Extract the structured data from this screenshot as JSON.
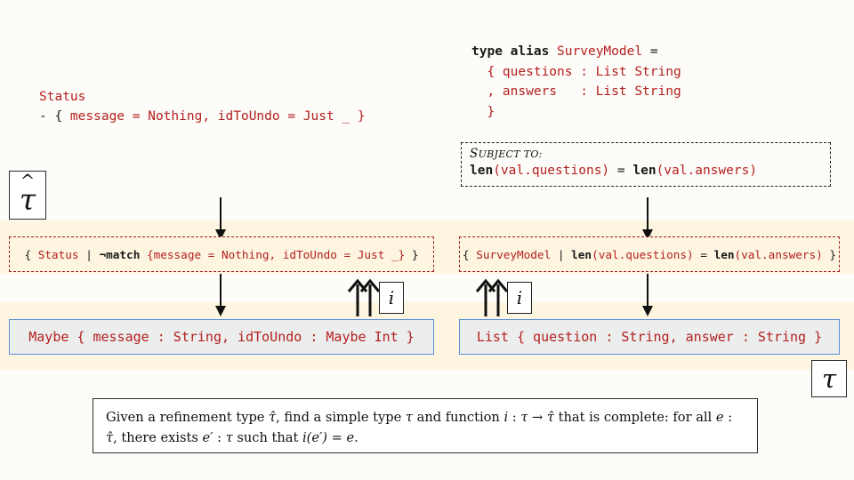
{
  "figure": {
    "title": "Refinement type to simple type embedding",
    "bg_color": "#fdfcf8",
    "band_color": "#fdf5e0",
    "code_red": "#b42020",
    "dashed_red": "#a01c1c",
    "box_blue": "#5b8fd4"
  },
  "left_column": {
    "source_snippet": {
      "line1_indent": "   ",
      "line1": "Status",
      "line2_prefix": "- { ",
      "line2": "message = Nothing, idToUndo = Just _ }"
    },
    "refinement": {
      "open": "{ ",
      "type_name": "Status",
      "bar": " | ",
      "predicate_op": "¬match",
      "predicate_body": " {message = Nothing, idToUndo = Just _} ",
      "close": "}"
    },
    "simple_type": {
      "head": "Maybe",
      "body": " { message : String, idToUndo : Maybe Int }"
    }
  },
  "right_column": {
    "source_snippet": {
      "line1_kw1": "type",
      "line1_kw2": "alias",
      "line1_name": "SurveyModel",
      "line1_eq": "=",
      "line2": "  { questions : List String",
      "line3": "  , answers   : List String",
      "line4": "  }"
    },
    "subject_to": {
      "label_first": "S",
      "label_rest": "UBJECT TO:",
      "formula_parts": [
        "len",
        "(val.questions)",
        " = ",
        "len",
        "(val.answers)"
      ],
      "formula_plain": "len(val.questions) = len(val.answers)"
    },
    "refinement": {
      "open": "{ ",
      "type_name": "SurveyModel",
      "bar": " | ",
      "pred_fn1": "len",
      "pred_arg1": "(val.questions)",
      "pred_eq": " = ",
      "pred_fn2": "len",
      "pred_arg2": "(val.answers)",
      "close": " }"
    },
    "simple_type": {
      "head": "List",
      "body": " { question : String, answer : String }"
    }
  },
  "badges": {
    "refinement_tau": {
      "hat": "^",
      "symbol": "τ",
      "label": "tau-hat"
    },
    "simple_tau": {
      "symbol": "τ",
      "label": "tau"
    },
    "embedding_left": "i",
    "embedding_right": "i"
  },
  "caption": {
    "text_part1": "Given a refinement type ",
    "tauhat1": "τ̂",
    "text_part2": ", find a simple type ",
    "tau1": "τ",
    "text_part3": " and function ",
    "i1": "i",
    "colon1": " : ",
    "tau2": "τ",
    "arrow": " → ",
    "tauhat2": "τ̂",
    "text_part4": " that is complete: for all ",
    "e1": "e",
    "colon2": " : ",
    "tauhat3": "τ̂",
    "text_part5": ", there exists ",
    "eprime": "e′",
    "colon3": " : ",
    "tau3": "τ",
    "text_part6": " such that ",
    "i2": "i",
    "ieq": "(e′) = e",
    "period": ".",
    "full_text": "Given a refinement type τ̂, find a simple type τ and function i : τ → τ̂ that is complete: for all e : τ̂, there exists e′ : τ such that i(e′) = e."
  }
}
